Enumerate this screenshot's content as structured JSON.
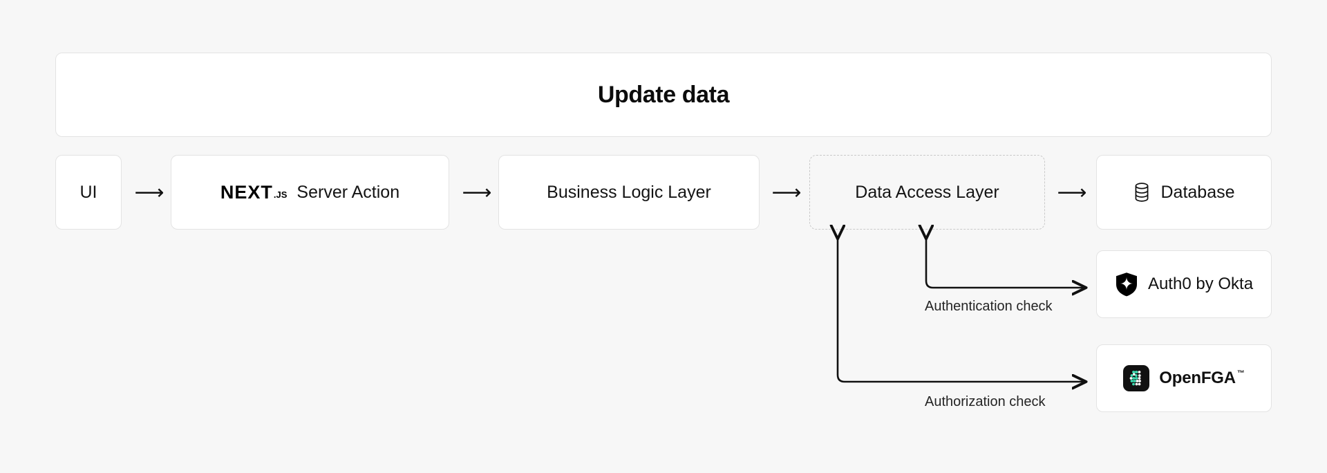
{
  "page": {
    "background_color": "#f7f7f7",
    "title_card": {
      "title": "Update data"
    }
  },
  "flow": {
    "arrow_glyph": "⟶",
    "nodes": [
      {
        "id": "ui",
        "label": "UI",
        "style": "solid",
        "icon": null
      },
      {
        "id": "next",
        "label": "Server Action",
        "style": "solid",
        "icon": "nextjs-logo",
        "logo_text": "NEXT",
        "logo_suffix": ".JS"
      },
      {
        "id": "business",
        "label": "Business Logic Layer",
        "style": "solid",
        "icon": null
      },
      {
        "id": "dal",
        "label": "Data Access Layer",
        "style": "dashed",
        "icon": null
      },
      {
        "id": "database",
        "label": "Database",
        "style": "solid",
        "icon": "database-cylinder-icon"
      }
    ]
  },
  "services": [
    {
      "id": "auth0",
      "label": "Auth0 by Okta",
      "icon": "auth0-shield-icon",
      "trademark": ""
    },
    {
      "id": "openfga",
      "label": "OpenFGA",
      "icon": "openfga-logo-icon",
      "trademark": "™",
      "badge_color": "#111111",
      "dot_color": "#3ddbb0"
    }
  ],
  "connectors": [
    {
      "id": "authn",
      "label": "Authentication check",
      "from": "dal",
      "to": "auth0",
      "bidirectional": true
    },
    {
      "id": "authz",
      "label": "Authorization check",
      "from": "dal",
      "to": "openfga",
      "bidirectional": true
    }
  ],
  "colors": {
    "stroke": "#111111",
    "node_border": "#e3e3e3",
    "dashed_border": "#c9c9c9",
    "node_fill": "#ffffff",
    "text": "#111111",
    "openfga_teal": "#3ddbb0"
  }
}
